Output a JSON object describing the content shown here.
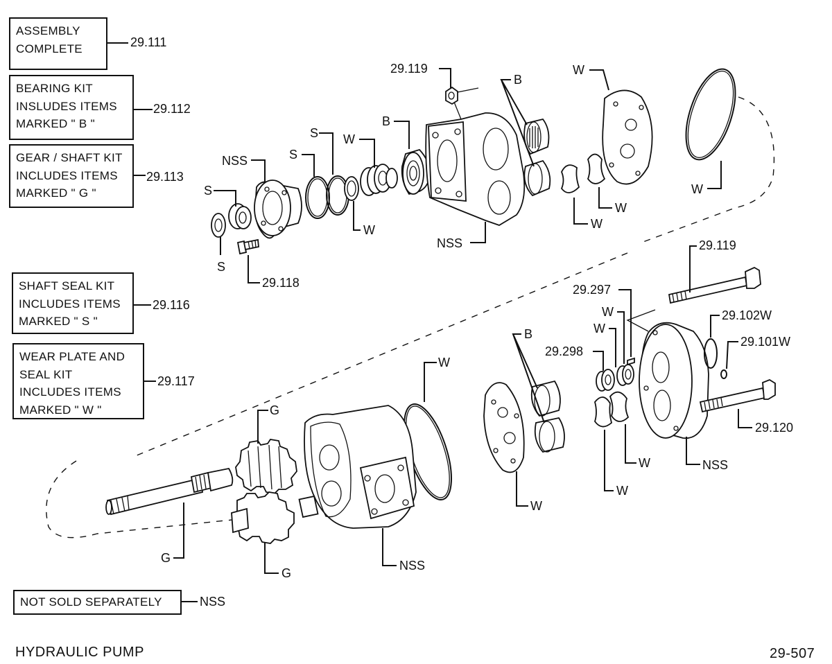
{
  "legend": {
    "assembly": {
      "lines": [
        "ASSEMBLY",
        "COMPLETE"
      ],
      "code": "29.111"
    },
    "bearing_kit": {
      "lines": [
        "BEARING  KIT",
        "INSLUDES  ITEMS",
        "MARKED  \" B \""
      ],
      "code": "29.112"
    },
    "gear_shaft_kit": {
      "lines": [
        "GEAR / SHAFT KIT",
        "INCLUDES  ITEMS",
        "MARKED  \" G \""
      ],
      "code": "29.113"
    },
    "shaft_seal_kit": {
      "lines": [
        "SHAFT SEAL KIT",
        "INCLUDES  ITEMS",
        "MARKED \" S \""
      ],
      "code": "29.116"
    },
    "wear_plate_kit": {
      "lines": [
        "WEAR  PLATE  AND",
        "SEAL  KIT",
        "INCLUDES  ITEMS",
        "MARKED  \" W \""
      ],
      "code": "29.117"
    },
    "nss": {
      "lines": [
        "NOT  SOLD  SEPARATELY"
      ],
      "code": "NSS"
    }
  },
  "callouts": {
    "nut_top": "29.119",
    "bearings_top": "B",
    "wear_plate_top": "W",
    "seal_ring_top": "W",
    "shaft_bearing": "B",
    "seal_s_inner": "S",
    "seal_w_stack": "W",
    "seal_s_outer": "S",
    "flange_nss": "NSS",
    "seal_s_left": "S",
    "seal_s_bottom": "S",
    "bolt_short": "29.118",
    "ring_w_small": "W",
    "housing_top_nss": "NSS",
    "seal_w_lower": "W",
    "seal_w_right": "W",
    "bolt_long_top": "29.119",
    "cap_29_297": "29.297",
    "cap_w1": "W",
    "cap_w2": "W",
    "cap_29_298": "29.298",
    "oring_29_102w": "29.102W",
    "ring_29_101w": "29.101W",
    "bearings_bottom": "B",
    "oring_bottom": "W",
    "bolt_long_bottom": "29.120",
    "cover_nss": "NSS",
    "seal_w_bottom1": "W",
    "seal_w_bottom2": "W",
    "wear_plate_bottom": "W",
    "gear_top": "G",
    "shaft": "G",
    "gear_bottom": "G",
    "body_nss": "NSS"
  },
  "footer": {
    "title": "HYDRAULIC  PUMP",
    "figure_number": "29-507"
  }
}
